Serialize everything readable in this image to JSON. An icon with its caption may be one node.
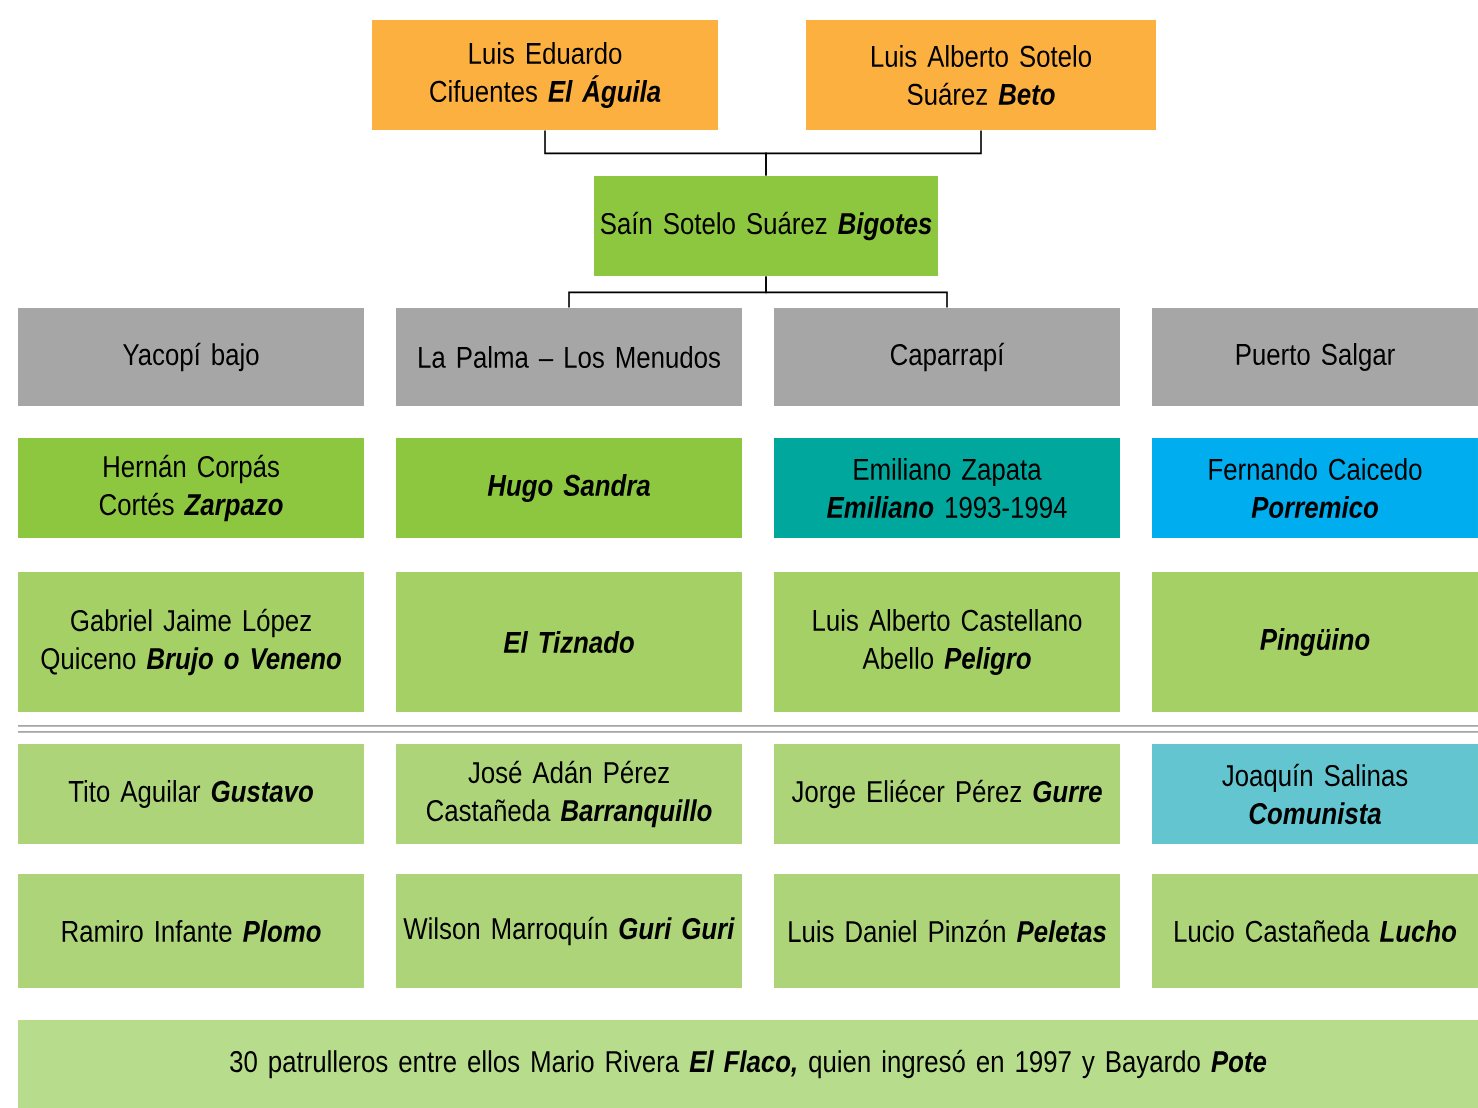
{
  "diagram": {
    "nodes": [
      {
        "text": [
          "Luis Eduardo Cifuentes **El Águila**"
        ]
      },
      {
        "text": [
          "Luis Alberto Sotelo Suárez **Beto**"
        ]
      },
      {
        "text": [
          "Saín Sotelo Suárez **Bigotes**"
        ]
      },
      {
        "text": [
          "Yacopí bajo"
        ]
      },
      {
        "text": [
          "La Palma – Los Menudos"
        ]
      },
      {
        "text": [
          "Caparrapí"
        ]
      },
      {
        "text": [
          "Puerto Salgar"
        ]
      },
      {
        "text": [
          "Hernán Corpás Cortés **Zarpazo**"
        ]
      },
      {
        "text": [
          "**Hugo Sandra**"
        ]
      },
      {
        "text": [
          "Emiliano Zapata **Emiliano** 1993-1994"
        ]
      },
      {
        "text": [
          "Fernando Caicedo **Porremico**"
        ]
      },
      {
        "text": [
          "Gabriel Jaime López Quiceno **Brujo o Veneno**"
        ]
      },
      {
        "text": [
          "**El Tiznado**"
        ]
      },
      {
        "text": [
          "Luis Alberto Castellano Abello **Peligro**"
        ]
      },
      {
        "text": [
          "**Pingüino**"
        ]
      },
      {
        "text": [
          "Tito Aguilar **Gustavo**"
        ]
      },
      {
        "text": [
          "José Adán Pérez Castañeda **Barranquillo**"
        ]
      },
      {
        "text": [
          "Jorge Eliécer Pérez **Gurre**"
        ]
      },
      {
        "text": [
          "Joaquín Salinas **Comunista**"
        ]
      },
      {
        "text": [
          "Ramiro Infante **Plomo**"
        ]
      },
      {
        "text": [
          "Wilson Marroquín **Guri Guri**"
        ]
      },
      {
        "text": [
          "Luis Daniel Pinzón **Peletas**"
        ]
      },
      {
        "text": [
          "Lucio Castañeda **Lucho**"
        ]
      },
      {
        "text": [
          "30 patrulleros entre ellos Mario Rivera **El Flaco,** quien ingresó en 1997 y Bayardo **Pote**"
        ]
      }
    ],
    "edges": [
      {
        "from": 0,
        "to": 2,
        "arrow": "none"
      },
      {
        "from": 1,
        "to": 2,
        "arrow": "none"
      },
      {
        "from": 2,
        "to": 4,
        "arrow": "none"
      },
      {
        "from": 2,
        "to": 5,
        "arrow": "none"
      }
    ]
  }
}
